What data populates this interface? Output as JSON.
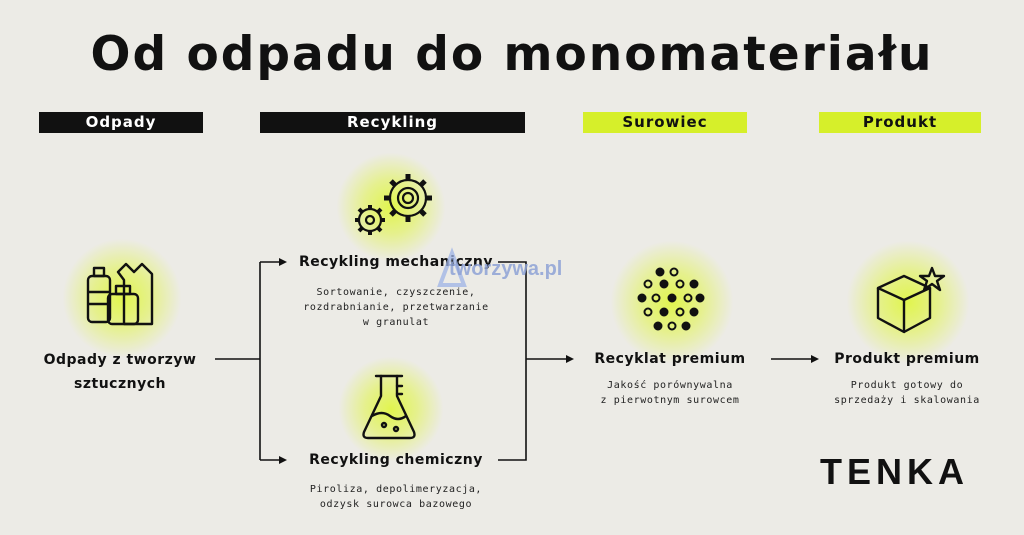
{
  "title": "Od odpadu do monomateriału",
  "headers": {
    "odpady": "Odpady",
    "recykling": "Recykling",
    "surowiec": "Surowiec",
    "produkt": "Produkt"
  },
  "nodes": {
    "waste": {
      "label": "Odpady z tworzyw sztucznych",
      "icon": "plastic-waste-icon"
    },
    "mechanical": {
      "label": "Recykling mechaniczny",
      "desc_lines": [
        "Sortowanie, czyszczenie,",
        "rozdrabnianie, przetwarzanie",
        "w granulat"
      ],
      "icon": "gears-icon"
    },
    "chemical": {
      "label": "Recykling chemiczny",
      "desc_lines": [
        "Piroliza, depolimeryzacja,",
        "odzysk surowca bazowego"
      ],
      "icon": "flask-icon"
    },
    "recyclate": {
      "label": "Recyklat premium",
      "desc_lines": [
        "Jakość porównywalna",
        "z pierwotnym surowcem"
      ],
      "icon": "granulate-icon"
    },
    "product": {
      "label": "Produkt premium",
      "desc_lines": [
        "Produkt gotowy do",
        "sprzedaży i skalowania"
      ],
      "icon": "box-star-icon"
    }
  },
  "watermark": "tworzywa.pl",
  "logo": "TENKA",
  "colors": {
    "accent": "#d6ef2a",
    "dark": "#111111",
    "background": "#ecebe6"
  }
}
